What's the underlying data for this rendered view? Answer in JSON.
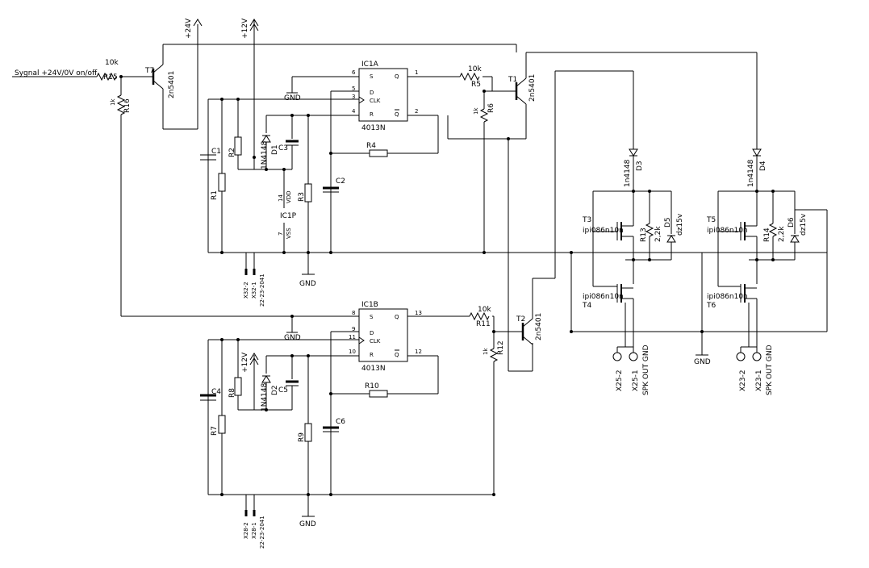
{
  "input_label": "Sygnal +24V/0V on/off",
  "rails": {
    "v24": "+24V",
    "v12": "+12V",
    "gnd": "GND"
  },
  "ic1a": {
    "name": "IC1A",
    "part": "4013N",
    "S": "S",
    "D": "D",
    "CLK": "CLK",
    "R": "R",
    "Q": "Q",
    "Qn": "Q",
    "pin_s": "6",
    "pin_d": "5",
    "pin_clk": "3",
    "pin_r": "4",
    "pin_q": "1",
    "pin_qn": "2"
  },
  "ic1b": {
    "name": "IC1B",
    "part": "4013N",
    "S": "S",
    "D": "D",
    "CLK": "CLK",
    "R": "R",
    "Q": "Q",
    "Qn": "Q",
    "pin_s": "8",
    "pin_d": "9",
    "pin_clk": "11",
    "pin_r": "10",
    "pin_q": "13",
    "pin_qn": "12"
  },
  "ic1p": {
    "name": "IC1P",
    "vdd": "VDD",
    "vss": "VSS",
    "pin_vdd": "14",
    "pin_vss": "7"
  },
  "resistors": {
    "r1": "R1",
    "r2": "R2",
    "r3": "R3",
    "r4": "R4",
    "r5": "R5",
    "r6": "R6",
    "r7": "R7",
    "r8": "R8",
    "r9": "R9",
    "r10": "R10",
    "r11": "R11",
    "r12": "R12",
    "r13": "R13",
    "r14": "R14",
    "r15": "R15",
    "r16": "R16"
  },
  "values": {
    "r15": "10k",
    "r16": "1k",
    "r5": "10k",
    "r6": "1k",
    "r11": "10k",
    "r12": "1k",
    "r13": "2,2k",
    "r14": "2,2k"
  },
  "capacitors": {
    "c1": "C1",
    "c2": "C2",
    "c3": "C3",
    "c4": "C4",
    "c5": "C5",
    "c6": "C6"
  },
  "diodes": {
    "d1": "D1",
    "d2": "D2",
    "d3": "D3",
    "d4": "D4",
    "d5": "D5",
    "d6": "D6"
  },
  "diode_types": {
    "d1": "1N4148",
    "d2": "1N4148",
    "d3": "1n4148",
    "d4": "1n4148",
    "d5": "dz15v",
    "d6": "dz15v"
  },
  "transistors": {
    "t1": "T1",
    "t2": "T2",
    "t7": "T7",
    "t1_type": "2n5401",
    "t2_type": "2n5401",
    "t7_type": "2n5401",
    "t3": "T3",
    "t4": "T4",
    "t5": "T5",
    "t6": "T6",
    "mosfet_type": "ipi086n10n"
  },
  "connectors": {
    "x32_2": "X32-2",
    "x32_1": "X32-1",
    "x32_part": "22-23-2041",
    "x28_2": "X28-2",
    "x28_1": "X28-1",
    "x28_part": "22-23-2041",
    "x25_2": "X25-2",
    "x25_1": "X25-1",
    "x23_2": "X23-2",
    "x23_1": "X23-1",
    "spk": "SPK OUT GND"
  }
}
